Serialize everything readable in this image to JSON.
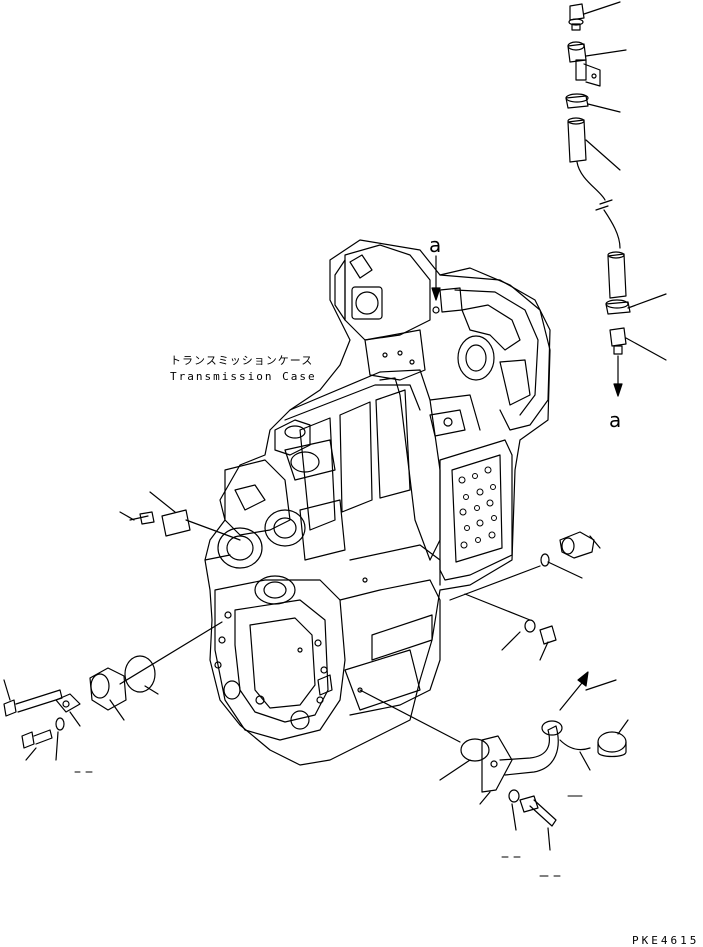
{
  "labels": {
    "case_jp": "トランスミッションケース",
    "case_en": "Transmission Case",
    "ref_mark_top": "a",
    "ref_mark_side": "a",
    "figure_code": "PKE4615"
  }
}
